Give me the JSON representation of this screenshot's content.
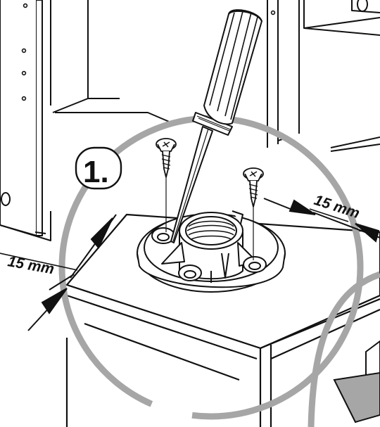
{
  "step": {
    "number_label": "1."
  },
  "dimensions": {
    "left_label": "15 mm",
    "right_label": "15 mm"
  },
  "colors": {
    "outline": "#111111",
    "highlight_ring": "#a6a6a6",
    "panel_fill": "#ffffff"
  },
  "icons": {
    "tool": "screwdriver-icon",
    "fastener": "screw-icon",
    "part": "leveling-foot-base-icon"
  }
}
